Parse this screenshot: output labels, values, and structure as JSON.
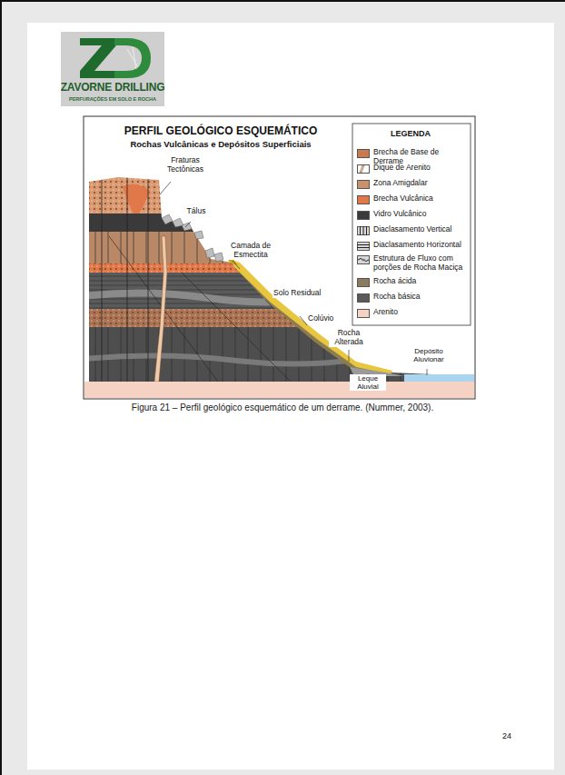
{
  "diagram": {
    "title": "PERFIL GEOLÓGICO ESQUEMÁTICO",
    "caption": "Figura 21 – Perfil geológico esquemático de um derrame. (Nummer, 2003).",
    "labels": [
      "ZAVORNE DRILLING",
      "PERFURAÇÕES EM SOLO E ROCHA",
      "Rochas Vulcânicas e Depósitos Superficiais",
      "LEGENDA",
      "Fraturas Tectônicas",
      "Tálus",
      "Camada de Esmectita",
      "Solo Residual",
      "Colúvio",
      "Rocha Alterada",
      "Leque Aluvial",
      "Depósito Aluvionar",
      "24"
    ],
    "legend": [
      {
        "text": "Brecha de Base de Derrame",
        "color": "#c8794e"
      },
      {
        "text": "Dique de Arenito"
      },
      {
        "text": "Zona Amigdalar",
        "color": "#c9926a"
      },
      {
        "text": "Brecha Vulcânica",
        "color": "#e0784a"
      },
      {
        "text": "Vidro Vulcânico",
        "color": "#3a3a3a"
      },
      {
        "text": "Diaclasamento Vertical"
      },
      {
        "text": "Diaclasamento Horizontal"
      },
      {
        "text": "Estrutura de Fluxo com porções de Rocha Maciça"
      },
      {
        "text": "Rocha ácida",
        "color": "#8a7a5e"
      },
      {
        "text": "Rocha básica",
        "color": "#5a5a5a"
      },
      {
        "text": "Arenito",
        "color": "#f6d2c4"
      }
    ]
  }
}
